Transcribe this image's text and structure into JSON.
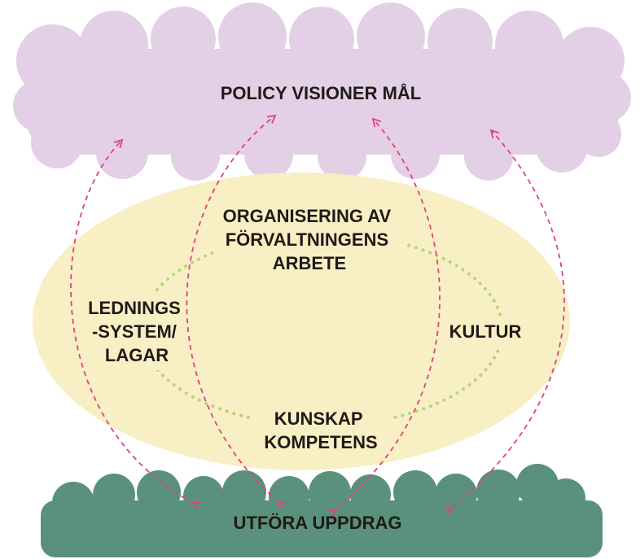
{
  "diagram": {
    "top_cloud": {
      "label": "POLICY VISIONER MÅL"
    },
    "bottom_cloud": {
      "label": "UTFÖRA UPPDRAG"
    },
    "ellipse": {
      "top_label": [
        "ORGANISERING AV",
        "FÖRVALTNINGENS",
        "ARBETE"
      ],
      "left_label": [
        "LEDNINGS",
        "-SYSTEM/",
        "LAGAR"
      ],
      "right_label": [
        "KULTUR"
      ],
      "bottom_label": [
        "KUNSKAP",
        "KOMPETENS"
      ]
    },
    "colors": {
      "top_cloud": "#e3d0e6",
      "ellipse": "#f8efc4",
      "bottom_cloud": "#5a917d",
      "inner_ring": "#b7d57c",
      "arrows": "#e0427c",
      "text": "#1f1a17"
    },
    "connectors": "dashed bidirectional arrows between top cloud and bottom cloud"
  }
}
